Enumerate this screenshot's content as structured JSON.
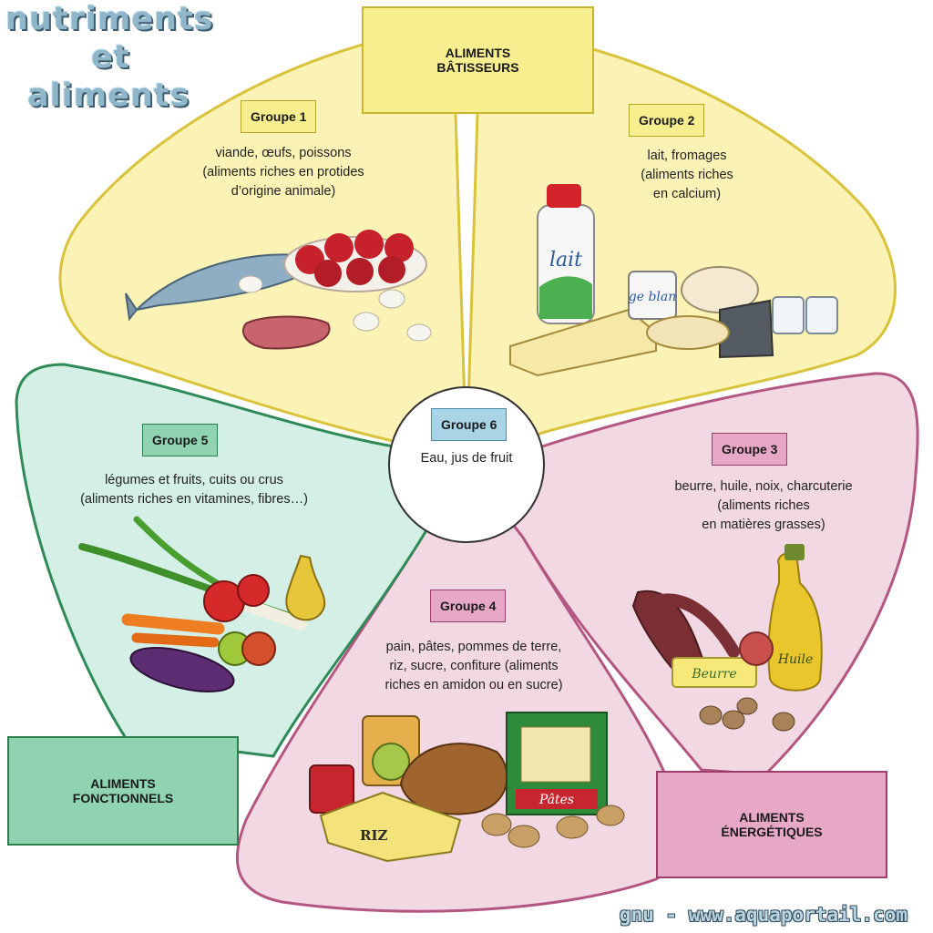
{
  "title": {
    "line1": "nutriments",
    "line2": "et",
    "line3": "aliments"
  },
  "categories": {
    "batisseurs": "ALIMENTS\nBÂTISSEURS",
    "fonctionnels": "ALIMENTS\nFONCTIONNELS",
    "energetiques": "ALIMENTS\nÉNERGÉTIQUES"
  },
  "groups": [
    {
      "label": "Groupe 1",
      "text": "viande, œufs, poissons\n(aliments riches en protides\nd’origine animale)"
    },
    {
      "label": "Groupe 2",
      "text": "lait, fromages\n(aliments riches\nen calcium)"
    },
    {
      "label": "Groupe 3",
      "text": "beurre, huile, noix, charcuterie\n(aliments riches\nen matières grasses)"
    },
    {
      "label": "Groupe 4",
      "text": "pain, pâtes, pommes de terre,\nriz, sucre, confiture (aliments\nriches en amidon ou en sucre)"
    },
    {
      "label": "Groupe 5",
      "text": "légumes et fruits, cuits ou crus\n(aliments riches en vitamines, fibres…)"
    },
    {
      "label": "Groupe 6",
      "text": "Eau, jus de fruit"
    }
  ],
  "food_labels": {
    "lait": "lait",
    "yaourt": "ge blan",
    "beurre": "Beurre",
    "huile": "Huile",
    "riz": "RIZ",
    "pates": "Pâtes"
  },
  "footer": "gnu - www.aquaportail.com",
  "colors": {
    "yellow_fill": "#fbf3b6",
    "yellow_stroke": "#d8c33a",
    "teal_fill": "#d4f0e6",
    "teal_stroke": "#2f8a57",
    "pink_fill": "#f1d8e2",
    "pink_stroke": "#b45682",
    "label_yellow": "#f7ee8f",
    "label_teal": "#8fd3b0",
    "label_pink": "#e7a8c7",
    "group6_fill": "#a9d4e6"
  }
}
